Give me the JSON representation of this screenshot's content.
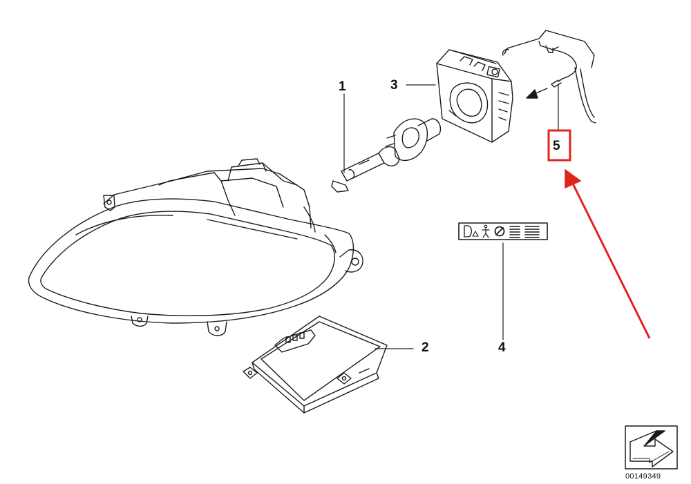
{
  "diagram": {
    "callouts": [
      {
        "id": "1",
        "label": "1"
      },
      {
        "id": "2",
        "label": "2"
      },
      {
        "id": "3",
        "label": "3"
      },
      {
        "id": "4",
        "label": "4"
      },
      {
        "id": "5",
        "label": "5"
      }
    ],
    "catalog_number": "00149349",
    "highlight_color": "#e0231b",
    "line_color": "#1a1a1a",
    "icons": [
      "headlight-housing-icon",
      "xenon-bulb-icon",
      "ballast-control-unit-icon",
      "bulb-socket-icon",
      "wiring-harness-icon",
      "warning-label-icon",
      "next-page-arrow-icon"
    ]
  }
}
